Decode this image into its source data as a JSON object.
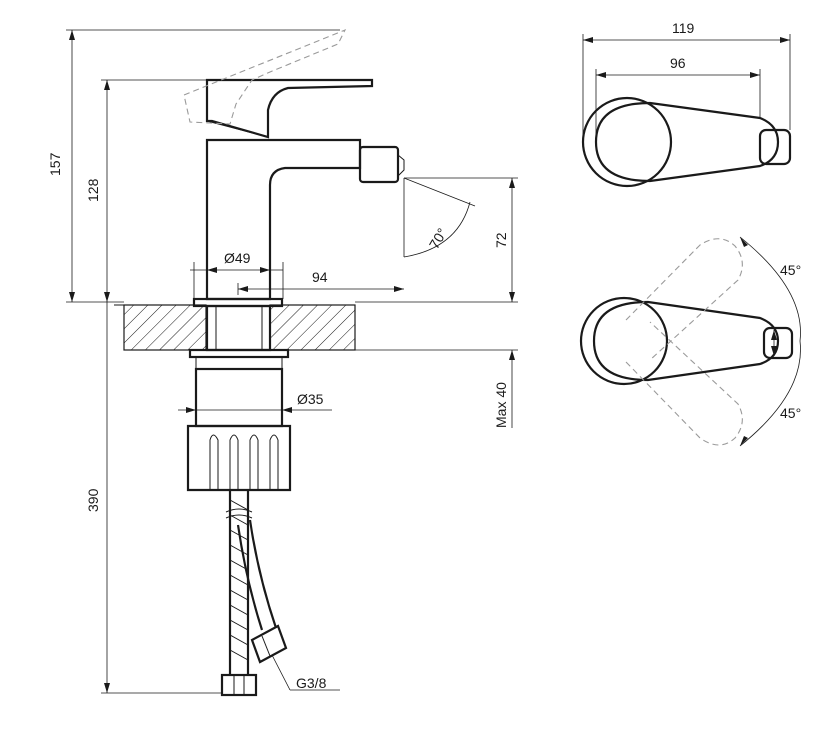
{
  "dimensions": {
    "total_height": "157",
    "body_height": "128",
    "spout_height": "72",
    "body_diameter": "Ø49",
    "spout_reach": "94",
    "max_deck": "Max 40",
    "shank_diameter": "Ø35",
    "hose_length": "390",
    "thread": "G3/8",
    "spray_angle": "70°",
    "top_width": "119",
    "top_handle": "96",
    "rotate_left": "45°",
    "rotate_right": "45°"
  },
  "colors": {
    "line": "#1a1a1a",
    "hidden": "#9a9a9a"
  }
}
